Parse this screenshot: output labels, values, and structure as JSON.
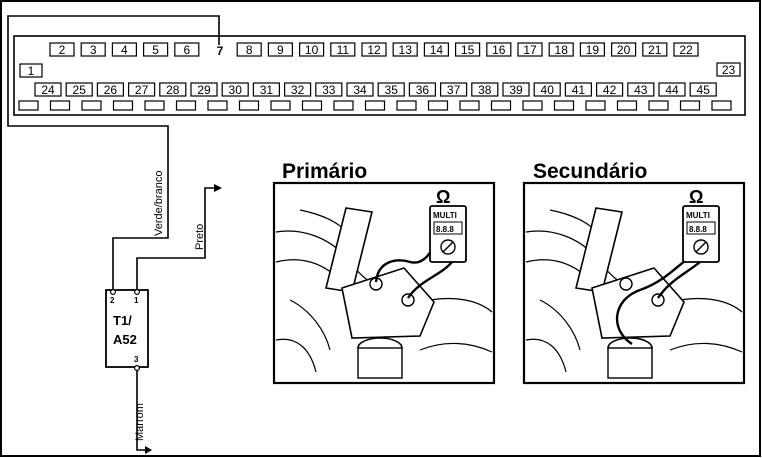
{
  "connector": {
    "pins": [
      "1",
      "2",
      "3",
      "4",
      "5",
      "6",
      "7",
      "8",
      "9",
      "10",
      "11",
      "12",
      "13",
      "14",
      "15",
      "16",
      "17",
      "18",
      "19",
      "20",
      "21",
      "22",
      "23",
      "24",
      "25",
      "26",
      "27",
      "28",
      "29",
      "30",
      "31",
      "32",
      "33",
      "34",
      "35",
      "36",
      "37",
      "38",
      "39",
      "40",
      "41",
      "42",
      "43",
      "44",
      "45"
    ]
  },
  "wires": {
    "green_white": "Verde/branco",
    "black": "Preto",
    "brown": "Marrom"
  },
  "component": {
    "label_line1": "T1/",
    "label_line2": "A52",
    "pin_1": "1",
    "pin_2": "2",
    "pin_3": "3"
  },
  "panels": {
    "primary_title": "Primário",
    "secondary_title": "Secundário",
    "ohm_symbol": "Ω",
    "meter_label": "MULTI",
    "meter_display": "8.8.8"
  }
}
